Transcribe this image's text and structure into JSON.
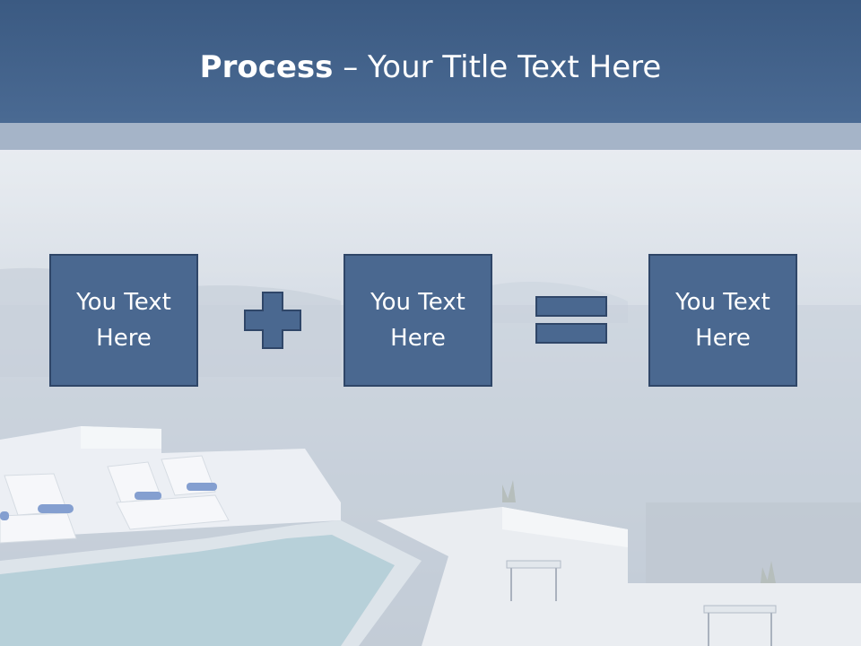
{
  "slide": {
    "title_bold": "Process",
    "title_separator": " – ",
    "title_rest": "Your Title Text Here"
  },
  "boxes": [
    {
      "text": "You Text Here"
    },
    {
      "text": "You Text Here"
    },
    {
      "text": "You Text Here"
    }
  ],
  "operators": [
    "plus-icon",
    "equals-icon"
  ],
  "colors": {
    "title_bar": "#44648d",
    "title_strip": "#a5b4c8",
    "box_fill": "#4a6890",
    "box_border": "#2f4668"
  }
}
